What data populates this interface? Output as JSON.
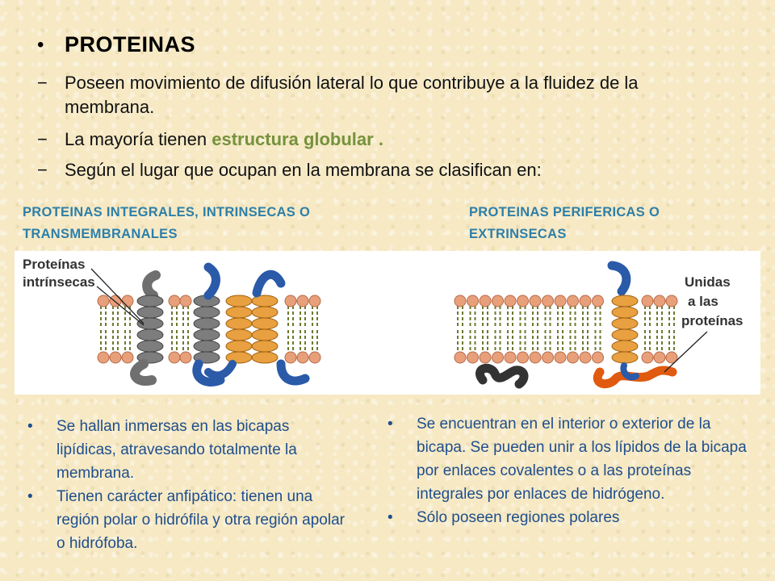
{
  "title": "PROTEINAS",
  "bullet_char": "•",
  "dash_char": "−",
  "points": [
    "Poseen movimiento de difusión lateral lo que contribuye a la fluidez de la membrana.",
    "Según el lugar que ocupan en la membrana se clasifican en:"
  ],
  "globular_point": {
    "prefix": "La mayoría tienen ",
    "highlight": "estructura globular .",
    "highlight_color": "#76923c"
  },
  "left_heading": {
    "line1": "PROTEINAS INTEGRALES, INTRINSECAS O",
    "line2": "TRANSMEMBRANALES"
  },
  "right_heading": {
    "line1": "PROTEINAS PERIFERICAS O",
    "line2": "EXTRINSECAS"
  },
  "figure": {
    "left_label_1": "Proteínas",
    "left_label_2": "intrínsecas",
    "right_label_1": "Unidas",
    "right_label_2": "a las",
    "right_label_3": "proteínas"
  },
  "left_bullets": [
    "Se hallan inmersas en las bicapas lipídicas, atravesando totalmente la membrana.",
    "Tienen carácter anfipático: tienen una región polar o hidrófila y otra región apolar o hidrófoba."
  ],
  "right_bullets": [
    "Se encuentran en el interior o exterior de la bicapa. Se pueden unir a los lípidos de la bicapa por enlaces covalentes o a las proteínas integrales por enlaces de hidrógeno.",
    "Sólo poseen regiones polares"
  ],
  "colors": {
    "heading": "#2e7fa8",
    "body_blue": "#1f4e8c",
    "lipid_head": "#e8a07a",
    "lipid_tail": "#6b7a2e",
    "protein_grey": "#6f6f6f",
    "protein_orange": "#e8a040",
    "protein_blue": "#2a5aa8",
    "peripheral_red": "#e05a10"
  }
}
